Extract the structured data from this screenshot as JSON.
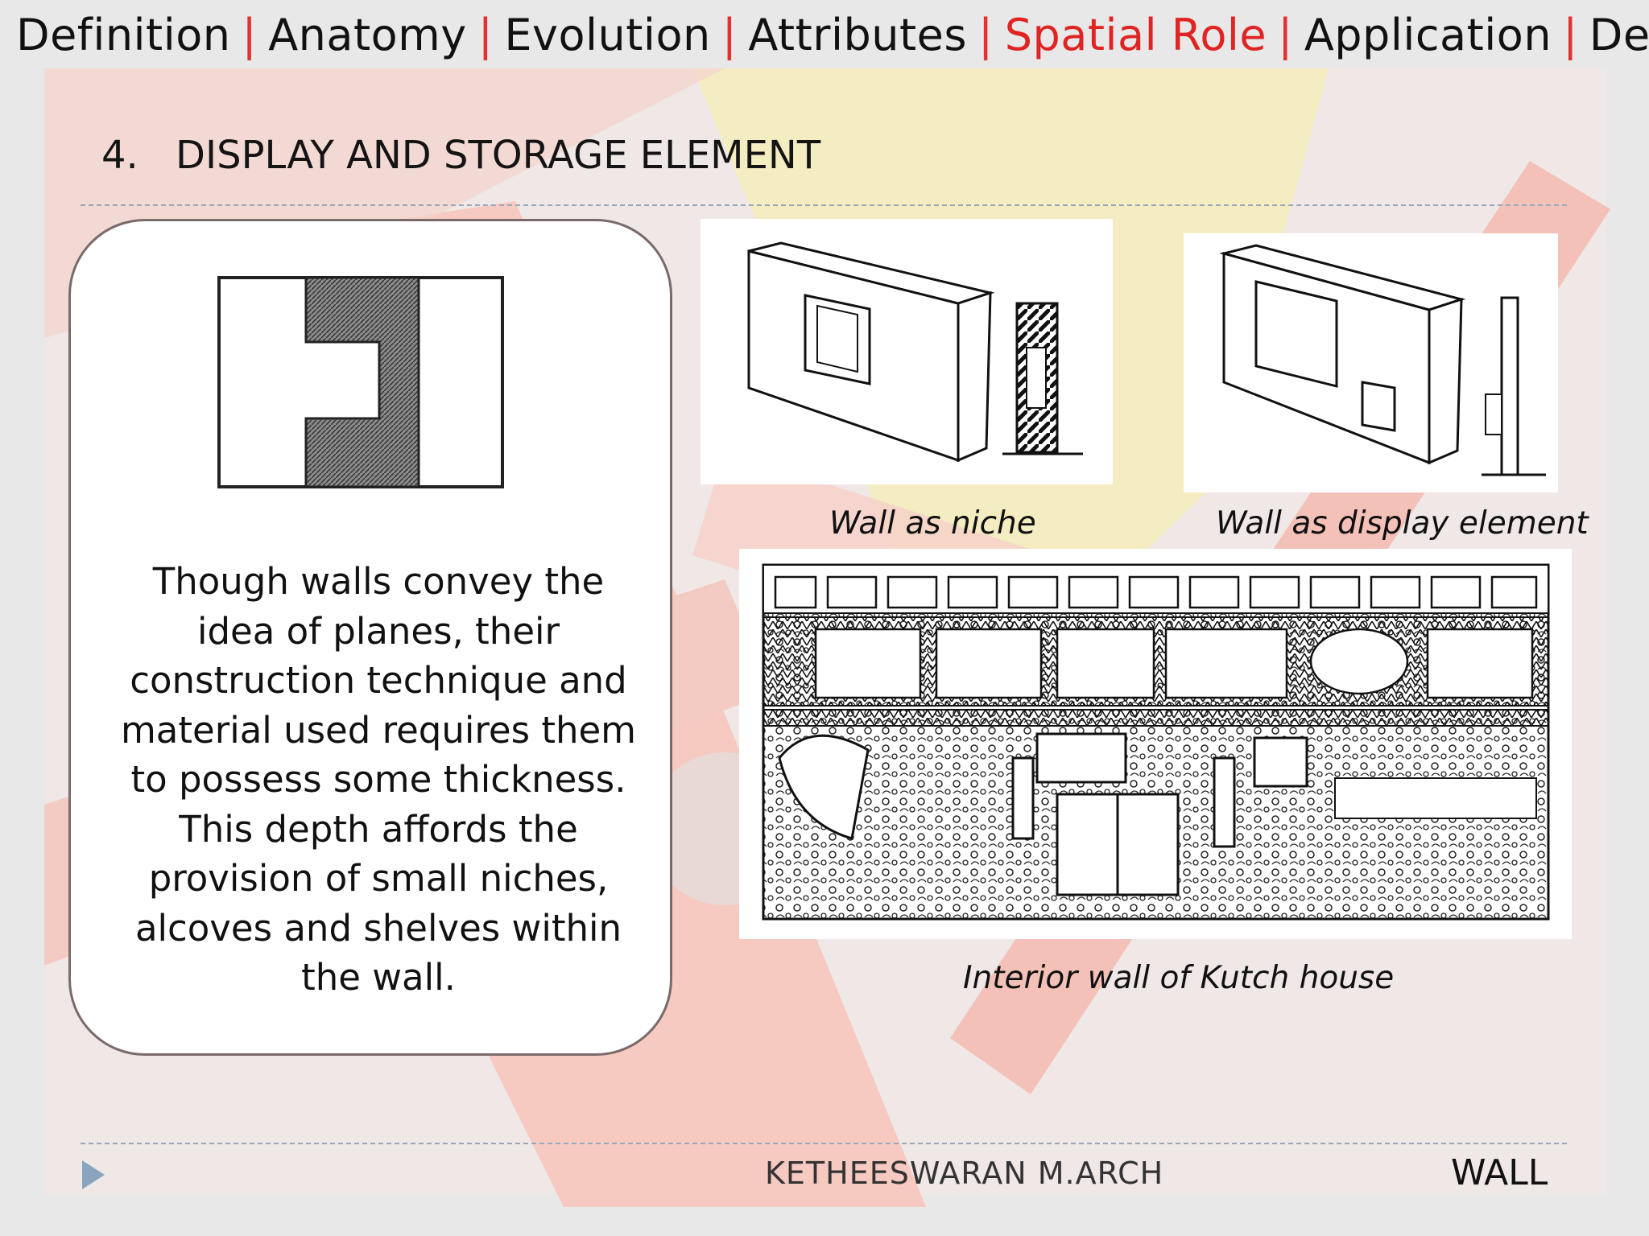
{
  "nav": {
    "items": [
      {
        "label": "Definition",
        "active": false
      },
      {
        "label": "Anatomy",
        "active": false
      },
      {
        "label": "Evolution",
        "active": false
      },
      {
        "label": "Attributes",
        "active": false
      },
      {
        "label": "Spatial Role",
        "active": true
      },
      {
        "label": "Application",
        "active": false
      },
      {
        "label": "Design-Cons.",
        "active": false
      }
    ],
    "separator": "|",
    "active_color": "#e02424"
  },
  "heading": {
    "number": "4.",
    "title": "DISPLAY AND STORAGE ELEMENT"
  },
  "paragraph": "Though walls convey the idea of planes, their construction technique and material used requires them to possess some thickness. This depth affords the provision of small niches, alcoves and shelves within the wall.",
  "captions": {
    "niche": "Wall as niche",
    "display": "Wall as display element",
    "kutch": "Interior wall of Kutch house"
  },
  "footer": {
    "author": "KETHEESWARAN M.ARCH",
    "topic": "WALL"
  },
  "icons": {
    "play": "play-triangle-icon"
  }
}
